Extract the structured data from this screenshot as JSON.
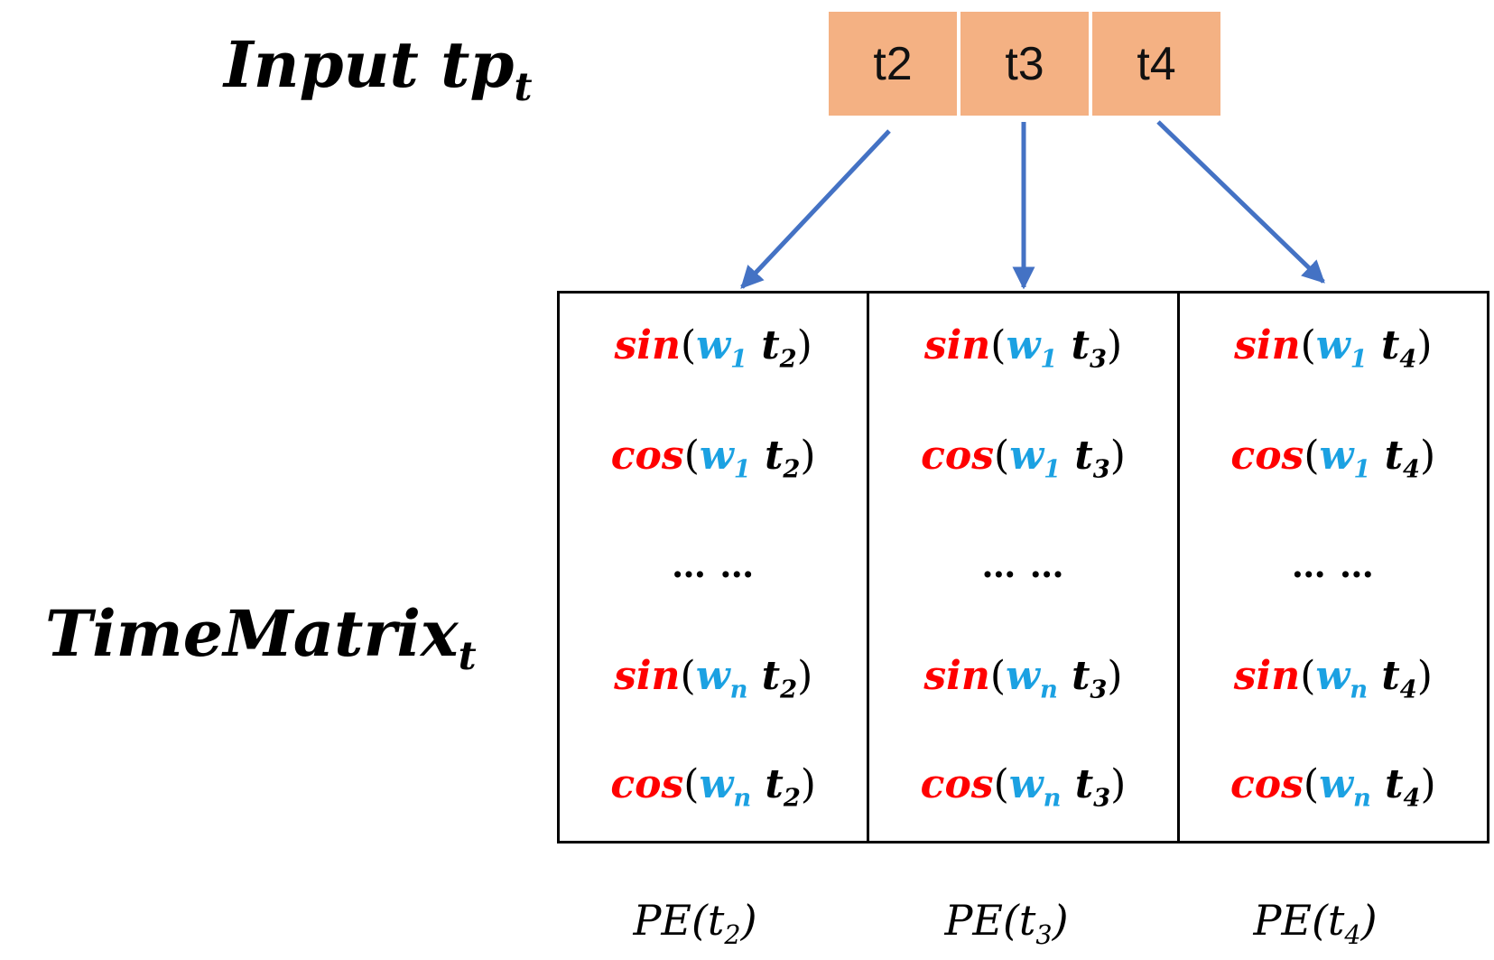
{
  "labels": {
    "input_main": "Input tp",
    "input_sub": "t",
    "matrix_main": "TimeMatrix",
    "matrix_sub": "t"
  },
  "inputs": [
    "t2",
    "t3",
    "t4"
  ],
  "columns": [
    {
      "t_sub": "2",
      "entries": [
        {
          "fn": "sin",
          "w_sub": "1"
        },
        {
          "fn": "cos",
          "w_sub": "1"
        },
        {
          "fn": "sin",
          "w_sub": "n"
        },
        {
          "fn": "cos",
          "w_sub": "n"
        }
      ],
      "ellipsis": "… …",
      "pe_main": "PE(t",
      "pe_sub": "2",
      "pe_close": ")"
    },
    {
      "t_sub": "3",
      "entries": [
        {
          "fn": "sin",
          "w_sub": "1"
        },
        {
          "fn": "cos",
          "w_sub": "1"
        },
        {
          "fn": "sin",
          "w_sub": "n"
        },
        {
          "fn": "cos",
          "w_sub": "n"
        }
      ],
      "ellipsis": "… …",
      "pe_main": "PE(t",
      "pe_sub": "3",
      "pe_close": ")"
    },
    {
      "t_sub": "4",
      "entries": [
        {
          "fn": "sin",
          "w_sub": "1"
        },
        {
          "fn": "cos",
          "w_sub": "1"
        },
        {
          "fn": "sin",
          "w_sub": "n"
        },
        {
          "fn": "cos",
          "w_sub": "n"
        }
      ],
      "ellipsis": "… …",
      "pe_main": "PE(t",
      "pe_sub": "4",
      "pe_close": ")"
    }
  ],
  "symbols": {
    "w": "w",
    "t": "t",
    "open": "(",
    "close": ")"
  },
  "colors": {
    "input_fill": "#f4b183",
    "arrow": "#4472c4",
    "function_name": "#ff0000",
    "frequency": "#1ba1e2"
  }
}
